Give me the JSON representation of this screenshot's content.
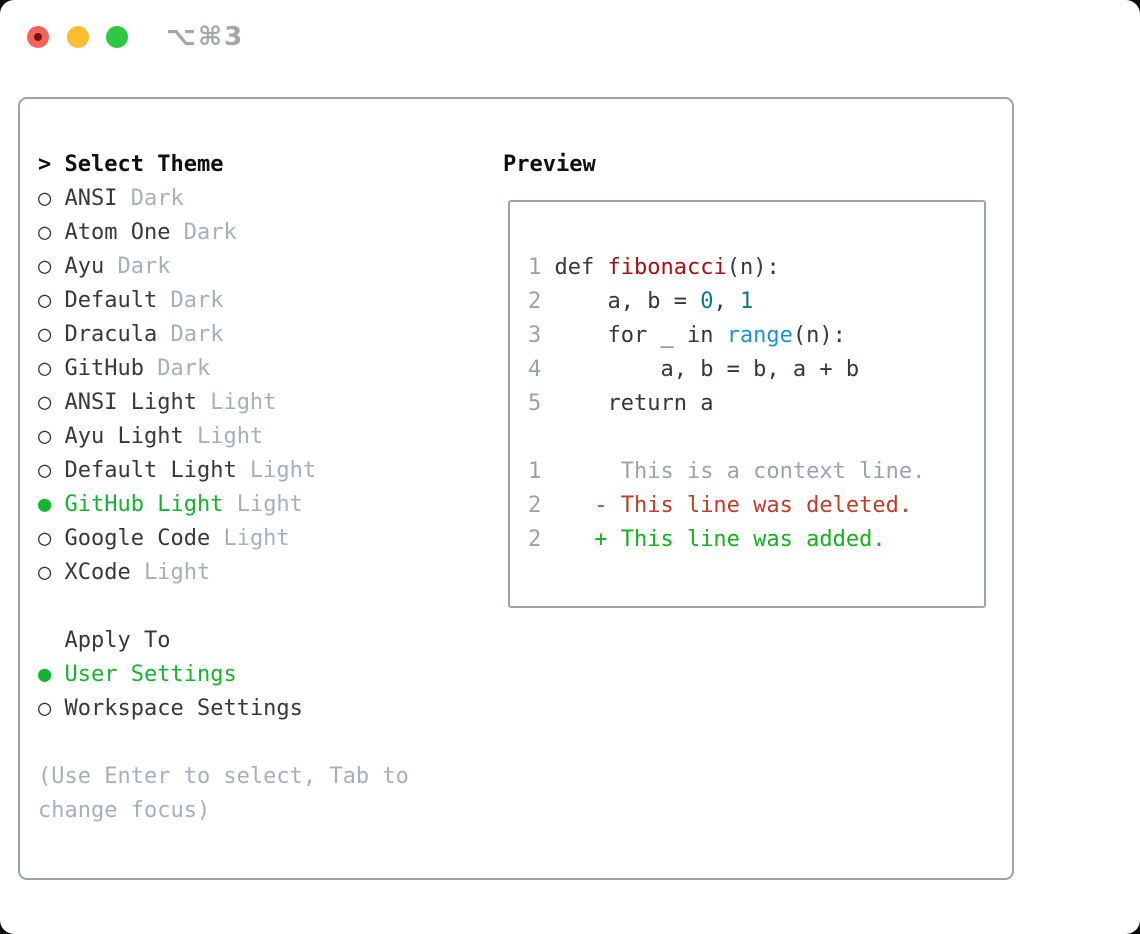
{
  "window": {
    "title": "⌥⌘3",
    "buttons": {
      "close": "close",
      "minimize": "minimize",
      "zoom": "zoom"
    }
  },
  "colors": {
    "accent_green": "#16b32e",
    "added_green": "#12b21a",
    "deleted_red": "#c43a28",
    "function_red": "#a80f0f",
    "literal_teal": "#0e7a80",
    "builtin_blue": "#1d93cf",
    "muted_gray": "#a6b0bb",
    "line_number_gray": "#98a2ad",
    "border_gray": "#9aa3ae",
    "text_dark": "#35393e",
    "traffic_red": "#f4635a",
    "traffic_yellow": "#fcbd2e",
    "traffic_green": "#2cc83f"
  },
  "theme_picker": {
    "cursor_icon": ">",
    "radio_unselected_icon": "○",
    "radio_selected_icon": "●",
    "header": {
      "label": "Select Theme"
    },
    "items": [
      {
        "label": "ANSI",
        "variant": "Dark",
        "selected": false
      },
      {
        "label": "Atom One",
        "variant": "Dark",
        "selected": false
      },
      {
        "label": "Ayu",
        "variant": "Dark",
        "selected": false
      },
      {
        "label": "Default",
        "variant": "Dark",
        "selected": false
      },
      {
        "label": "Dracula",
        "variant": "Dark",
        "selected": false
      },
      {
        "label": "GitHub",
        "variant": "Dark",
        "selected": false
      },
      {
        "label": "ANSI Light",
        "variant": "Light",
        "selected": false
      },
      {
        "label": "Ayu Light",
        "variant": "Light",
        "selected": false
      },
      {
        "label": "Default Light",
        "variant": "Light",
        "selected": false
      },
      {
        "label": "GitHub Light",
        "variant": "Light",
        "selected": true
      },
      {
        "label": "Google Code",
        "variant": "Light",
        "selected": false
      },
      {
        "label": "XCode",
        "variant": "Light",
        "selected": false
      }
    ],
    "apply_to": {
      "label": "Apply To",
      "options": [
        {
          "label": "User Settings",
          "selected": true
        },
        {
          "label": "Workspace Settings",
          "selected": false
        }
      ]
    },
    "hint_lines": [
      "(Use Enter to select, Tab to",
      "change focus)"
    ]
  },
  "preview": {
    "label": "Preview",
    "code_lines": [
      [
        [
          "num",
          "1"
        ],
        [
          "code",
          " def "
        ],
        [
          "func",
          "fibonacci"
        ],
        [
          "code",
          "(n):"
        ]
      ],
      [
        [
          "num",
          "2"
        ],
        [
          "code",
          "     a, b = "
        ],
        [
          "lit",
          "0"
        ],
        [
          "code",
          ", "
        ],
        [
          "lit",
          "1"
        ]
      ],
      [
        [
          "num",
          "3"
        ],
        [
          "code",
          "     for _ in "
        ],
        [
          "builtin",
          "range"
        ],
        [
          "code",
          "(n):"
        ]
      ],
      [
        [
          "num",
          "4"
        ],
        [
          "code",
          "         a, b = b, a + b"
        ]
      ],
      [
        [
          "num",
          "5"
        ],
        [
          "code",
          "     return a"
        ]
      ],
      [],
      [
        [
          "num",
          "1"
        ],
        [
          "ctx",
          "      This is a context line."
        ]
      ],
      [
        [
          "num",
          "2"
        ],
        [
          "del",
          "    - This line was deleted."
        ]
      ],
      [
        [
          "num",
          "2"
        ],
        [
          "add",
          "    + This line was added."
        ]
      ]
    ]
  }
}
